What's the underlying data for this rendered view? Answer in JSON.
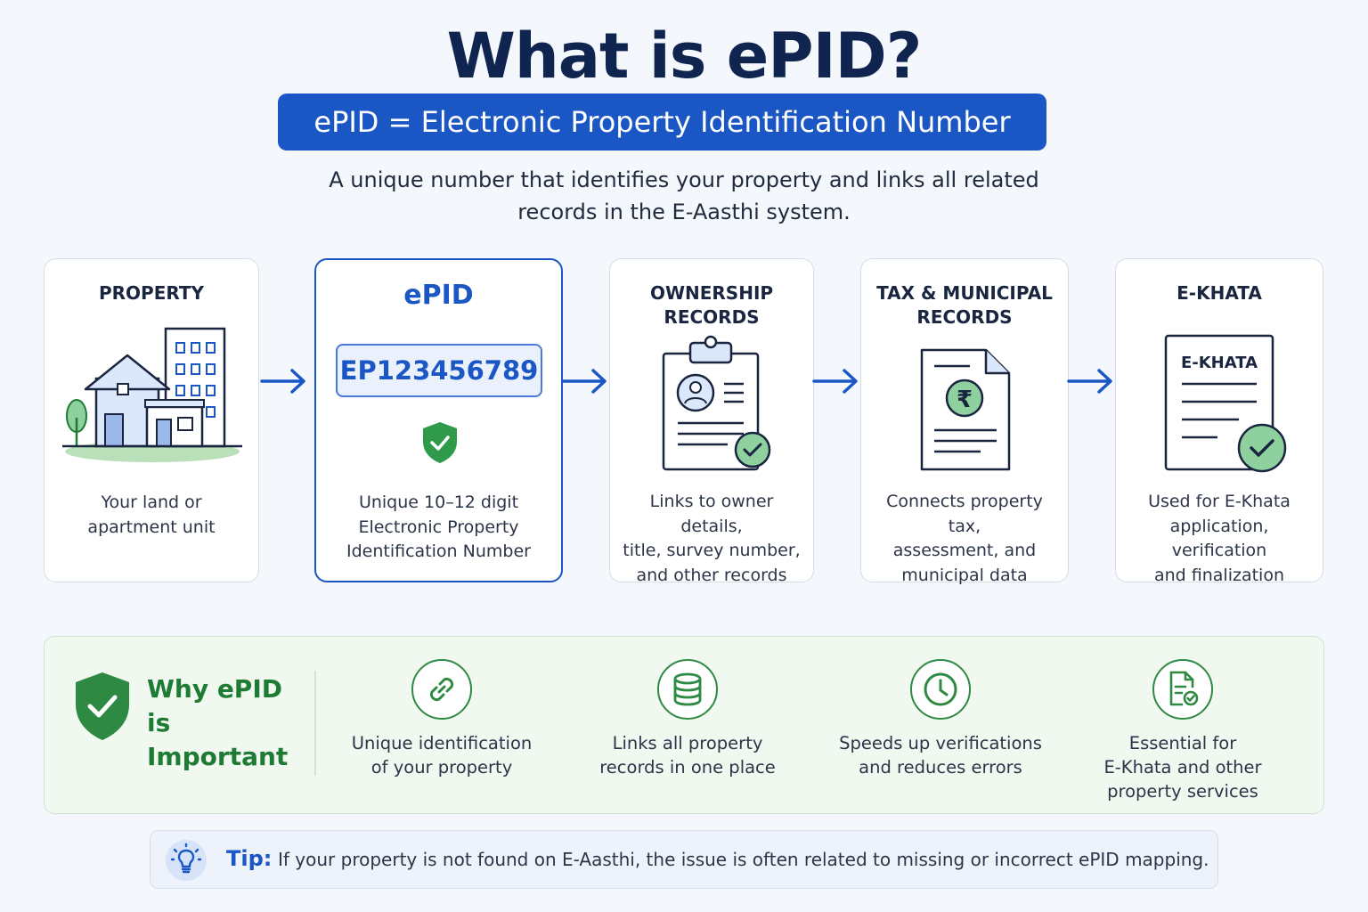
{
  "header": {
    "title": "What is ePID?",
    "banner": "ePID = Electronic Property Identification Number",
    "subtitle_line1": "A unique number that identifies your property and links all related",
    "subtitle_line2": "records in the E-Aasthi system."
  },
  "flow": [
    {
      "title": "PROPERTY",
      "desc": [
        "Your land or",
        "apartment unit"
      ],
      "icon": "building-icon"
    },
    {
      "title": "ePID",
      "id_value": "EP123456789",
      "desc": [
        "Unique 10–12 digit",
        "Electronic Property",
        "Identification Number"
      ],
      "icon": "shield-check-icon"
    },
    {
      "title": [
        "OWNERSHIP",
        "RECORDS"
      ],
      "desc": [
        "Links to owner details,",
        "title, survey number,",
        "and other records"
      ],
      "icon": "clipboard-user-icon"
    },
    {
      "title": [
        "TAX & MUNICIPAL",
        "RECORDS"
      ],
      "desc": [
        "Connects property tax,",
        "assessment, and",
        "municipal data"
      ],
      "icon": "rupee-document-icon",
      "rupee_symbol": "₹"
    },
    {
      "title": "E-KHATA",
      "doc_label": "E-KHATA",
      "desc": [
        "Used for E-Khata",
        "application, verification",
        "and finalization"
      ],
      "icon": "khata-document-icon"
    }
  ],
  "why": {
    "title_line1": "Why ePID",
    "title_line2": "is Important",
    "items": [
      {
        "text": [
          "Unique identification",
          "of your property"
        ],
        "icon": "link-icon"
      },
      {
        "text": [
          "Links all property",
          "records in one place"
        ],
        "icon": "database-icon"
      },
      {
        "text": [
          "Speeds up verifications",
          "and reduces errors"
        ],
        "icon": "clock-icon"
      },
      {
        "text": [
          "Essential for",
          "E-Khata and other",
          "property services"
        ],
        "icon": "document-check-icon"
      }
    ]
  },
  "tip": {
    "label": "Tip:",
    "text": "If your property is not found on E-Aasthi, the issue is often related to missing or incorrect ePID mapping."
  },
  "colors": {
    "primary": "#1a56c4",
    "navy": "#0f2550",
    "green": "#1e7b34",
    "light_green": "#8fd19e"
  }
}
